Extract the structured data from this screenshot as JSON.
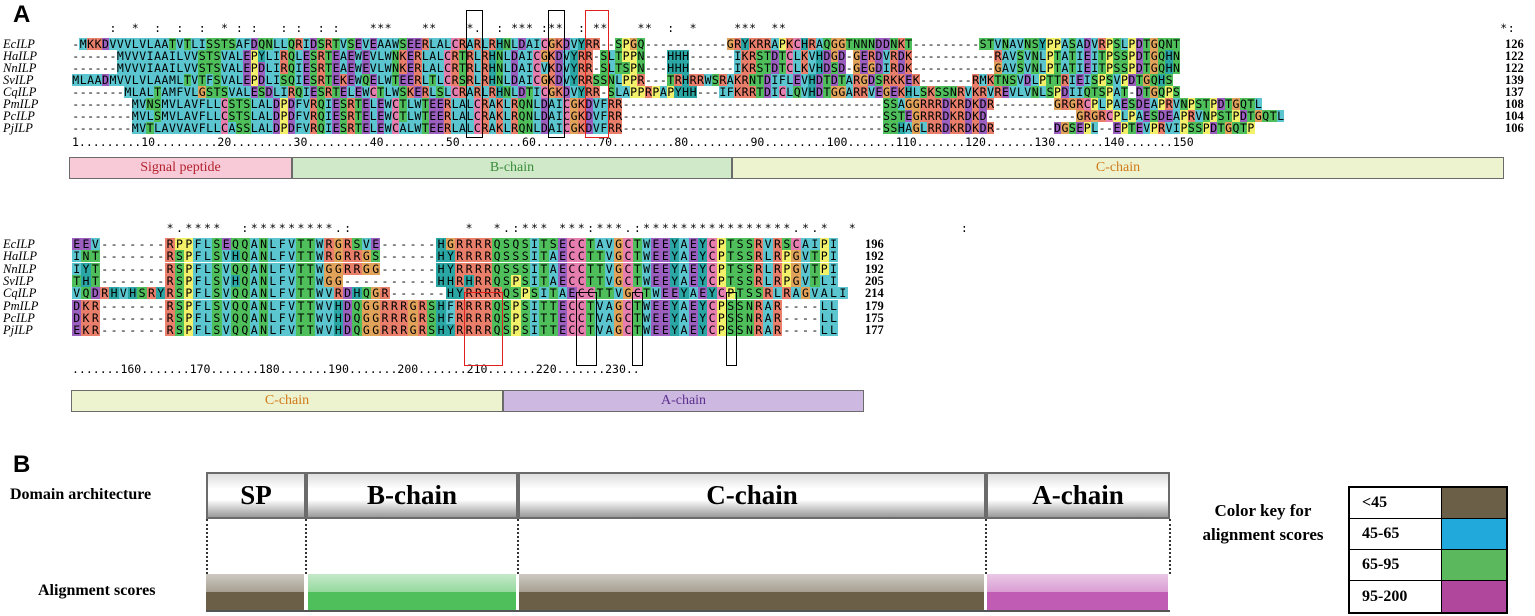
{
  "panels": {
    "a": "A",
    "b": "B"
  },
  "colors": {
    "cyan": "#5bc6cf",
    "green": "#4fbf5c",
    "purple": "#9b5fc0",
    "salmon": "#e97f6a",
    "orange": "#e1a35a",
    "yellow": "#f3f06a",
    "teal": "#2aa7a5",
    "pink": "#e67fb0",
    "red": "#e0201c"
  },
  "block1": {
    "names": [
      "EcILP",
      "HaILP",
      "NnILP",
      "SvILP",
      "CqILP",
      "PmILP",
      "PcILP",
      "PjILP"
    ],
    "counts": [
      "126",
      "122",
      "122",
      "139",
      "137",
      "108",
      "104",
      "106"
    ],
    "consensus": "     :  *  :  :  :  * : :   : :  : :    ***    **    *.  : *** :**  : **    **  :  *     ***  **                                                                                                *:     ****",
    "seqs": [
      "-MKKDVVVLVLAATVTLISSTSAFDQNLLQRIDSRTVSEVEAAWSEERLALCRARLRHNLDAICGKDVYRR--SPGQ-----------GRYKRRAPKCHRAQGGTNNNDDNKT---------STVNAVNSYPPASADVRPSLPDTGQNT",
      "------MVVVIAAILVVSTSVALEPYLIRQLESRTEAEWEVLWNKERLALCRTRLRHNLDAICGKDVYRR-SLTPPN---HHH------IKRSTDTCLKVHDGD-GERDVRDK-----------RAVSVNLPTATIEITPSSPDTGQHN",
      "------MVVVIAAILVVSTSVALEPDLIRQIESRTEAEWEVLWNKERLALCRTRLRHNLDAICVKDVYRR-SLTSPN---HHH------IKRSTDTCLKVHDSD-GEGDIRDK-----------GAVSVNLPTATIEITPSSPDTGQHN",
      "MLAADMVVLVLAAMLTVTFSVALEPDLISQIESRTEKEWQELWTEERLTLCRSRLRHNLDAICGKDVYRRSSNLPPR---TRHRRWSRAKRNTDIFLEVHDTDTARGDSRKKEK-------RMKTNSVDLPTTRIEISPSVPDTGQHS",
      "-------MLALTAMFVLGSTSVALESDLIRQIESRTELEWCTLWSKERLSLCRARLRHNLDTICGKDVYRR-SLAPPRPAPYHH---IFKRRTDICLQVHDTGGARRVEGEKHLSKSSNRVKRVREVLVNLSPDIIQTSPAT-DTGQPS",
      "--------MVNSMVLAVFLLCSTSLALDPDFVRQIESRTELEWCTLWTEERLALCRAKLRQNLDAICGKDVFRR-----------------------------------SSAGGRRRDKRDKDR--------GRGRCPLPAESDEAPRVNPSTPDTGQTL",
      "--------MVLSMVLAVFLLCSTSLALDPDFVRQIESRTELEWCTLWTEERLALCRAKLRQNLDAICGKDVFRR-----------------------------------SSTEGRRRDKRDKD------------GRGRCPLPAESDEAPRVNPSTPDTGQTL",
      "--------MVTLAVVAVFLLCASSLALDPDFVRQIESRTELEWCALWTEERLALCRAKLRQNLDAICGKDVFRR-----------------------------------SSHAGLRRDKRDKDR--------DGSEPL--EPTEVPRVIPSSPDTGQTP"
    ],
    "ruler": "1.........10.........20.........30.........40.........50.........60.........70.........80.........90.........100.......110.......120.......130.......140.......150"
  },
  "block2": {
    "names": [
      "EcILP",
      "HaILP",
      "NnILP",
      "SvILP",
      "CqILP",
      "PmILP",
      "PcILP",
      "PjILP"
    ],
    "counts": [
      "196",
      "192",
      "192",
      "205",
      "214",
      "179",
      "175",
      "177"
    ],
    "consensus": "          *.****  :*********.:            *  *.:*** ***:***.:****************.*.*  *           :",
    "seqs": [
      "EEV-------RPPFLSEQQANLFVTTWRGRSVE------HGRRRRQSQSITSECCTAVGCTWEEYAEYCPTSSRVRSCAIPI",
      "INT-------RSPFLSVHQANLFVTTWRGRRGS------HYRRRRQSSSITAECCTTVGCTWEEYAEYCPTSSRLRPGVTPI",
      "IYT-------RSPFLSVQQANLFVTTWGGRRGG------HYRRRRQSSSITAECCTTVGCTWEEYAEYCPTSSRLRPGVTPI",
      "THT-------RSPFLSVHQANLFVTTWGG----------HHRHRRQSPSITAECCTTVGCTWEEYAEYCPTSSRLRPGVTLI",
      "VQDRHVHSRYRSPFLSVQQANLFVTTWVRDHQGR------HYRRRRQSPSITAECCTTVGCTWEEYAEYCPTSSRLRAGVALI",
      "DKR-------RSPFLSVQQANLFVTTWVHDQGGRRRGRSHFRRRRQSPSITTECCTVAGCTWEEYAEYCPSSNRAR----LL",
      "DKR-------RSPFLSVQQANLFVTTWVHDQGGRRRGRSHFRRRRQSPSITTECCTVAGCTWEEYAEYCPSSNRAR----LL",
      "EKR-------RSPFLSVQQANLFVTTWVHDQGGRRRGRSHYRRRRQSPSITTECCTVAGCTWEEYAEYCPSSNRAR----LL"
    ],
    "ruler": ".......160.......170.......180.......190.......200.......210.......220.......230.."
  },
  "regions1": [
    {
      "label": "Signal peptide",
      "fill": "#f8c9d6",
      "text": "#b2232f"
    },
    {
      "label": "B-chain",
      "fill": "#cfe9c9",
      "text": "#3a8c3a"
    },
    {
      "label": "C-chain",
      "fill": "#eef3cf",
      "text": "#d07a1a"
    }
  ],
  "regions2": [
    {
      "label": "C-chain",
      "fill": "#eef3cf",
      "text": "#d07a1a"
    },
    {
      "label": "A-chain",
      "fill": "#cdb8e2",
      "text": "#5b2f8c"
    }
  ],
  "panelB": {
    "row_domain": "Domain architecture",
    "row_scores": "Alignment scores",
    "domains": [
      "SP",
      "B-chain",
      "C-chain",
      "A-chain"
    ],
    "score_colors": [
      "#6b5f48",
      "#4fbf5c",
      "#6b5f48",
      "#c05cb4"
    ],
    "key_title": "Color key for alignment scores",
    "key": [
      {
        "label": "<45",
        "color": "#6b5f48"
      },
      {
        "label": "45-65",
        "color": "#22a9dc"
      },
      {
        "label": "65-95",
        "color": "#5cb85c"
      },
      {
        "label": "95-200",
        "color": "#b0479c"
      }
    ]
  }
}
